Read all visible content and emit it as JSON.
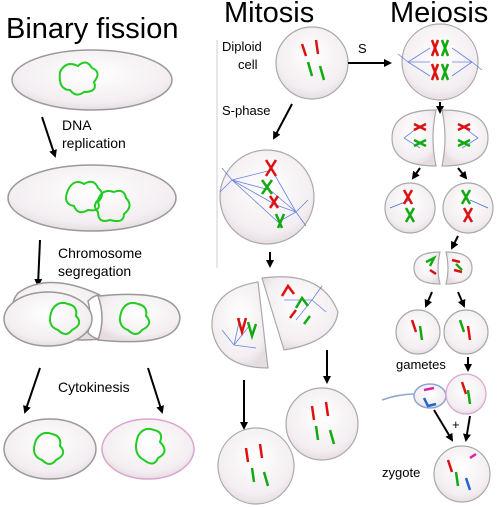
{
  "titles": {
    "binary_fission": "Binary fission",
    "mitosis": "Mitosis",
    "meiosis": "Meiosis"
  },
  "labels": {
    "dna": "DNA",
    "replication": "replication",
    "chromosome": "Chromosome",
    "segregation": "segregation",
    "cytokinesis": "Cytokinesis",
    "diploid": "Diploid",
    "cell": "cell",
    "s": "S",
    "s_phase": "S-phase",
    "gametes": "gametes",
    "plus": "+",
    "zygote": "zygote"
  },
  "colors": {
    "bacterial_dna": "#22cc22",
    "chromosome_red": "#dd1111",
    "chromosome_green": "#11aa11",
    "chromosome_blue": "#2266cc",
    "chromosome_pink": "#dd22aa",
    "spindle": "#4466dd",
    "cell_outline": "#9a9a9a",
    "cell_fill": "#f5eff3"
  }
}
